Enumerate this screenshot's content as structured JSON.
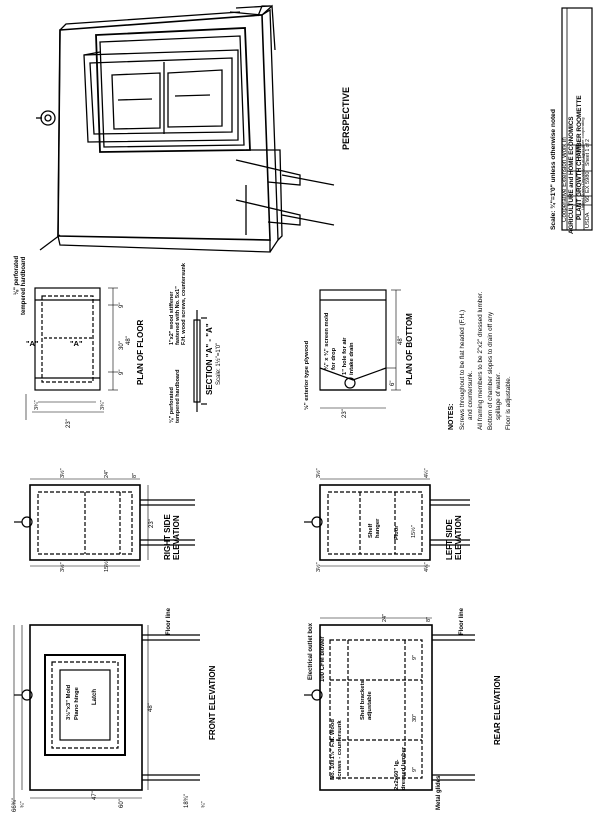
{
  "title_block": {
    "scale": "Scale: ¾\"=1'0\" unless otherwise noted",
    "org_1": "Cooperative Extension Work in",
    "org_2": "AGRICULTURE and HOME ECONOMICS",
    "org_3": "and the",
    "org_4": "United States Department of Agriculture cooperating",
    "drawing_title": "PLANT GROWTH CHAMBER ROOMETTE",
    "agency": "USDA",
    "year": "'66",
    "plan_no": "EX 5980",
    "sheet": "Sheet 1 of 2"
  },
  "views": {
    "perspective": "PERSPECTIVE",
    "plan_floor": "PLAN OF FLOOR",
    "plan_bottom": "PLAN OF BOTTOM",
    "section": "SECTION \"A\" - \"A\"",
    "section_scale": "Scale: 1½\"=1'0\"",
    "right_side": "RIGHT SIDE",
    "right_side_2": "ELEVATION",
    "left_side": "LEFT SIDE",
    "left_side_2": "ELEVATION",
    "front": "FRONT ELEVATION",
    "rear": "REAR ELEVATION"
  },
  "callouts": {
    "hardboard": "⅛\" perforated",
    "hardboard_2": "tempered hardboard",
    "perf_1": "⅛\" perforated",
    "perf_2": "tempered hardboard",
    "stiff_1": "1\"x2\" wood stiffener",
    "stiff_2": "fastened with No. 5x1\"",
    "stiff_3": "F.H. wood screws, countersunk",
    "plywood": "½\" exterior type plywood",
    "screen_1": "¾\" x ¾\" screen mold",
    "screen_2": "for drop",
    "hole_1": "1\" hole for air",
    "hole_2": "intake drain",
    "mold": "3½\"x3\" Mold",
    "piano": "Piano hinge",
    "latch": "Latch",
    "floor_line": "Floor line",
    "floor_line_2": "Floor line",
    "outlet": "Electrical outlet box",
    "blower": "100 CFM blower",
    "screws_1": "No. 10x1½\" F.H. Wood",
    "screws_2": "screws - countersunk",
    "brackets_1": "Shelf brackets",
    "brackets_2": "adjustable",
    "lumber_1": "2x2x60\" lg.",
    "lumber_2": "dressed lumber",
    "glides": "Metal glides",
    "hanger_1": "Shelf",
    "hanger_2": "hanger",
    "floor": "Floor"
  },
  "notes": {
    "heading": "NOTES:",
    "n1": "Screws throughout to be flat headed (F.H.)",
    "n1b": "and countersunk.",
    "n2": "All framing members to be 2\"x2\" dressed lumber.",
    "n3": "Bottom of chamber slopes to drain off any",
    "n3b": "spillage of water.",
    "n4": "Floor is adjustable."
  },
  "dims": {
    "d_66": "66¾\"",
    "d_60": "60\"",
    "d_47": "47\"",
    "d_34a": "¾\"",
    "d_34b": "¾\"",
    "d_18": "18¾\"",
    "d_48a": "48\"",
    "d_24a": "24\"",
    "d_8a": "8\"",
    "d_3a": "3½\"",
    "d_3b": "3½\"",
    "d_15a": "15½\"",
    "d_23a": "23\"",
    "d_9a": "9\"",
    "d_9b": "9\"",
    "d_30a": "30\"",
    "d_48b": "48\"",
    "d_3c": "3¾\"",
    "d_3d": "3¾\"",
    "d_23b": "23\"",
    "d_48c": "48\"",
    "d_6": "6\"",
    "d_23c": "23\"",
    "d_a1": "\"A\"",
    "d_a2": "\"A\"",
    "d_24b": "24\"",
    "d_8b": "8\"",
    "d_9c": "9\"",
    "d_30b": "30\"",
    "d_9d": "9\"",
    "d_3e": "3½\"",
    "d_15b": "15½\"",
    "d_3f": "3½\"",
    "d_4a": "4¼\"",
    "d_4b": "4¼\""
  }
}
